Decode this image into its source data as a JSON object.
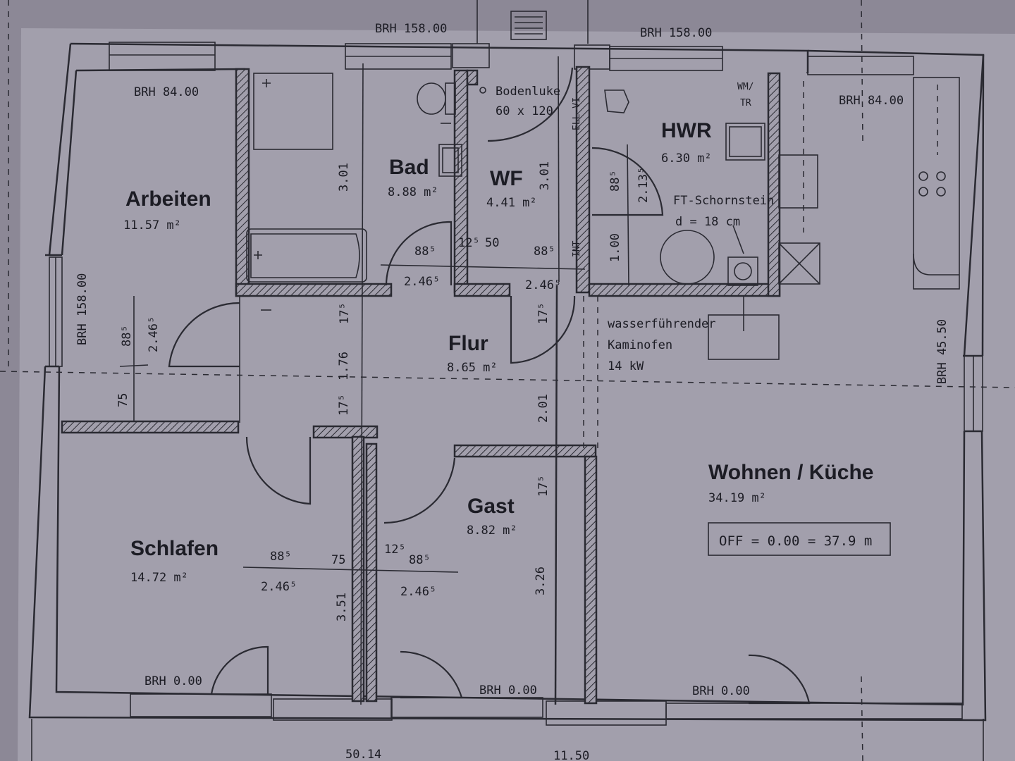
{
  "rooms": {
    "arbeiten": {
      "name": "Arbeiten",
      "area": "11.57 m²"
    },
    "bad": {
      "name": "Bad",
      "area": "8.88 m²"
    },
    "wf": {
      "name": "WF",
      "area": "4.41 m²"
    },
    "hwr": {
      "name": "HWR",
      "area": "6.30 m²"
    },
    "flur": {
      "name": "Flur",
      "area": "8.65 m²"
    },
    "gast": {
      "name": "Gast",
      "area": "8.82 m²"
    },
    "schlafen": {
      "name": "Schlafen",
      "area": "14.72 m²"
    },
    "wohnen": {
      "name": "Wohnen / Küche",
      "area": "34.19 m²"
    }
  },
  "labels": {
    "brh_top_left": "BRH 158.00",
    "brh_top_right": "BRH 158.00",
    "brh_arbeiten": "BRH 84.00",
    "brh_kitchen": "BRH 84.00",
    "brh_left": "BRH 158.00",
    "brh_right": "BRH 45.50",
    "brh_bottom_schlafen": "BRH 0.00",
    "brh_bottom_gast": "BRH 0.00",
    "brh_bottom_wohnen": "BRH 0.00",
    "bodenluke_1": "Bodenluke",
    "bodenluke_2": "60 x 120",
    "wm_tr_1": "WM/",
    "wm_tr_2": "TR",
    "chimney_1": "FT-Schornstein",
    "chimney_2": "d = 18 cm",
    "stove_1": "wasserführender",
    "stove_2": "Kaminofen",
    "stove_3": "14 kW",
    "off": "OFF = 0.00 = 37.9 m",
    "ell": "ELL-VI",
    "int": "INT",
    "bottom_dim_left": "50.14",
    "bottom_dim_right": "11.50"
  },
  "dims": {
    "bad_h": "3.01",
    "wf_h": "3.01",
    "flur_h1": "1.76",
    "flur_h2": "2.01",
    "schlafen_h": "3.51",
    "gast_h": "3.26",
    "hwr_h1": "2.13⁵",
    "hwr_h2": "1.00",
    "d885": "88⁵",
    "d2465": "2.46⁵",
    "d175": "17⁵",
    "d125": "12⁵",
    "d50": "50",
    "d75": "75"
  }
}
